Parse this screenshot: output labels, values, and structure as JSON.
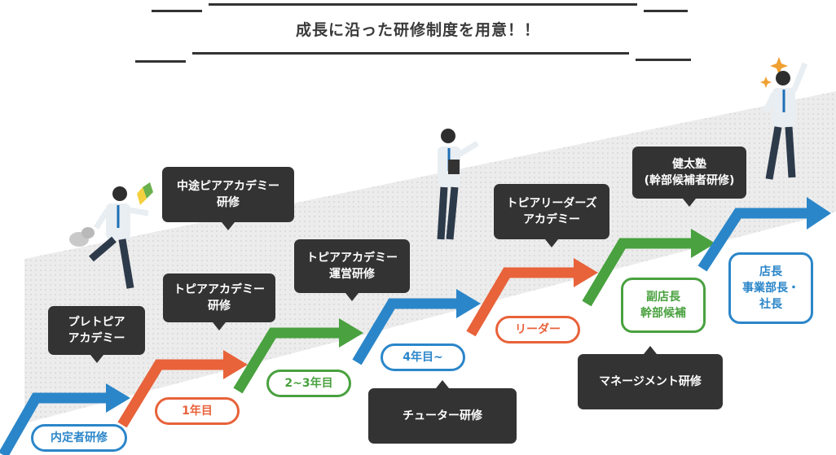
{
  "title": "成長に沿った研修制度を用意！！",
  "colors": {
    "blue": "#2b86c9",
    "orange": "#e8623a",
    "green": "#49a13f",
    "dark": "#333333"
  },
  "stages": [
    {
      "label": "内定者研修",
      "color": "#2b86c9"
    },
    {
      "label": "1年目",
      "color": "#e8623a"
    },
    {
      "label": "2~3年目",
      "color": "#49a13f"
    },
    {
      "label": "4年目~",
      "color": "#2b86c9"
    },
    {
      "label": "リーダー",
      "color": "#e8623a"
    },
    {
      "label": "副店長\n幹部候補",
      "color": "#49a13f"
    },
    {
      "label": "店長\n事業部長・\n社長",
      "color": "#2b86c9"
    }
  ],
  "trainings": [
    "プレトピア\nアカデミー",
    "トピアアカデミー\n研修",
    "中途ピアアカデミー\n研修",
    "トピアアカデミー\n運営研修",
    "チューター研修",
    "トピアリーダーズ\nアカデミー",
    "マネージメント研修",
    "健太塾\n(幹部候補者研修)"
  ]
}
